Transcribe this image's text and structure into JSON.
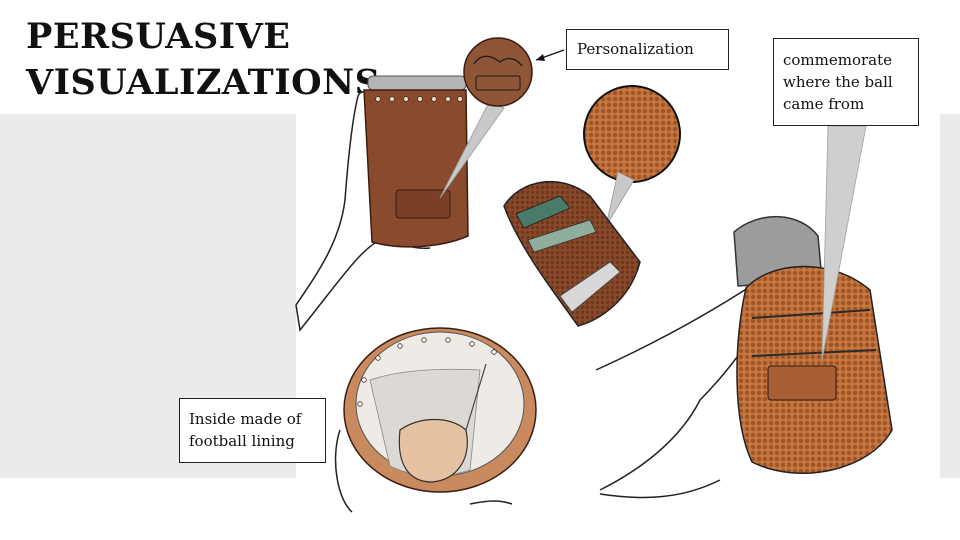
{
  "slide": {
    "title_line1": "PERSUASIVE",
    "title_line2": "VISUALIZATIONS"
  },
  "callouts": {
    "personalization": "Personalization",
    "commemorate": "commemorate where the ball came from",
    "inside": "Inside made of football lining"
  },
  "colors": {
    "leather": "#8a4a2e",
    "leather_dark": "#5e2f1b",
    "background_band": "#ebebeb",
    "metal": "#a9a9a9"
  }
}
